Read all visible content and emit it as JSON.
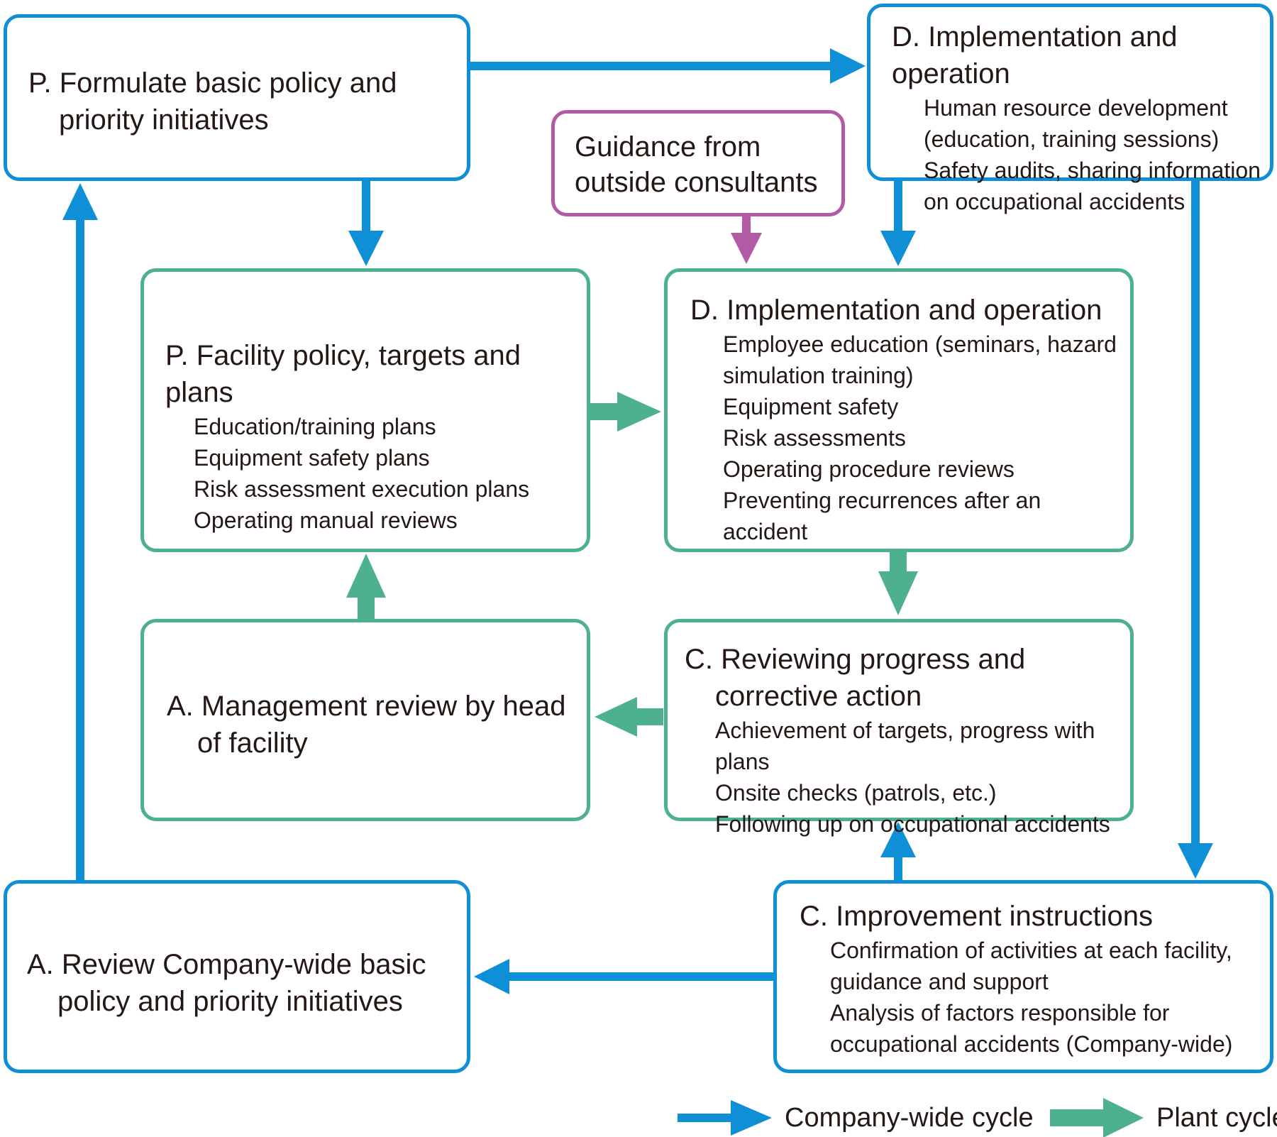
{
  "company_cycle": {
    "plan": {
      "title": "P. Formulate basic policy and priority initiatives"
    },
    "do": {
      "title": "D. Implementation and operation",
      "items": [
        "Human resource development (education, training sessions)",
        "Safety audits, sharing information on occupational accidents"
      ]
    },
    "check": {
      "title": "C. Improvement instructions",
      "items": [
        "Confirmation of activities at each facility, guidance and support",
        "Analysis of factors responsible for occupational accidents (Company-wide)"
      ]
    },
    "act": {
      "title": "A. Review Company-wide basic policy and priority initiatives"
    }
  },
  "plant_cycle": {
    "plan": {
      "title": "P. Facility policy, targets and plans",
      "items": [
        "Education/training plans",
        "Equipment safety plans",
        "Risk assessment execution plans",
        "Operating manual reviews"
      ]
    },
    "do": {
      "title": "D. Implementation and operation",
      "items": [
        "Employee education (seminars, hazard simulation training)",
        "Equipment safety",
        "Risk assessments",
        "Operating procedure reviews",
        "Preventing recurrences after an accident"
      ]
    },
    "check": {
      "title": "C. Reviewing progress and corrective action",
      "items": [
        "Achievement of targets, progress with plans",
        "Onsite checks (patrols, etc.)",
        "Following up on occupational accidents"
      ]
    },
    "act": {
      "title": "A. Management review by head of facility"
    }
  },
  "consultants": {
    "title": "Guidance from outside consultants"
  },
  "legend": {
    "company": "Company-wide cycle",
    "plant": "Plant cycle"
  },
  "colors": {
    "company": "#0E8FD6",
    "plant": "#4DB091",
    "consultants": "#B25AA6"
  }
}
